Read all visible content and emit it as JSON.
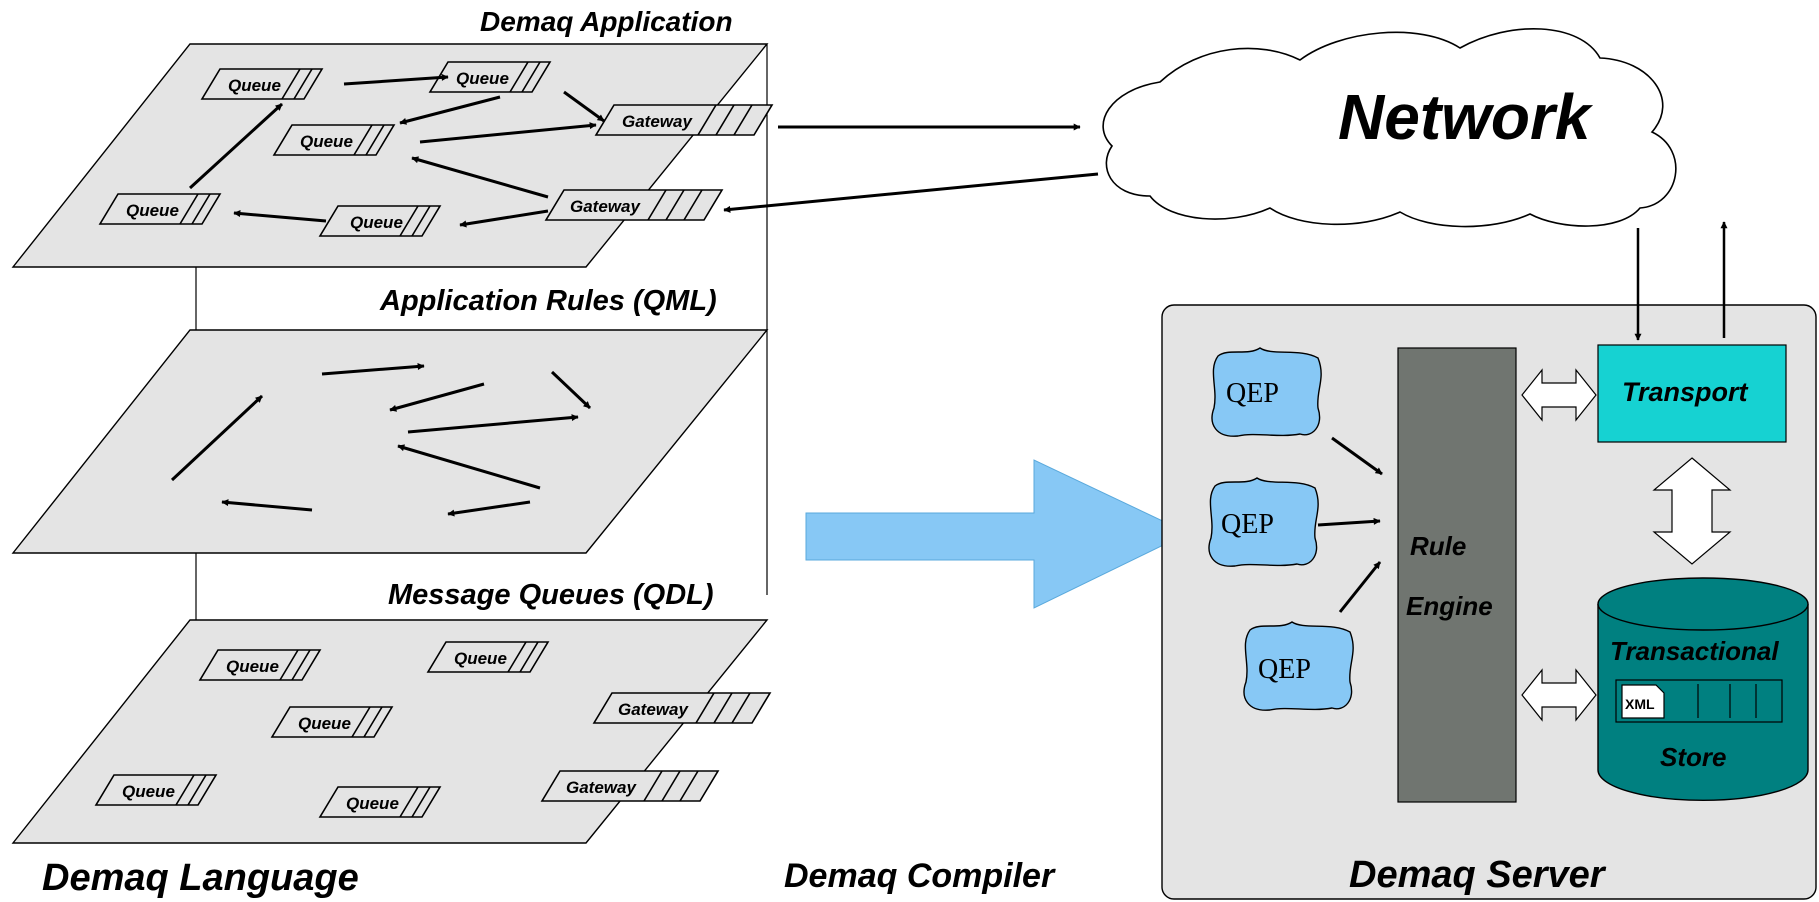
{
  "application": {
    "title": "Demaq Application",
    "rules_label": "Application Rules (QML)",
    "queues_label": "Message Queues (QDL)",
    "language_label": "Demaq Language"
  },
  "node_labels": {
    "queue": "Queue",
    "gateway": "Gateway"
  },
  "network": {
    "label": "Network"
  },
  "compiler": {
    "label": "Demaq Compiler",
    "arrow_color": "#87c8f5"
  },
  "server": {
    "label": "Demaq Server",
    "qep_label": "QEP",
    "rule_engine_line1": "Rule",
    "rule_engine_line2": "Engine",
    "transport_label": "Transport",
    "store_line1": "Transactional",
    "store_line2": "Store",
    "xml_label": "XML"
  },
  "colors": {
    "plane_fill": "#e4e4e4",
    "server_fill": "#e4e4e4",
    "qep_fill": "#87c8f5",
    "rule_engine_fill": "#707570",
    "transport_fill": "#16d2d2",
    "store_fill": "#008080"
  }
}
